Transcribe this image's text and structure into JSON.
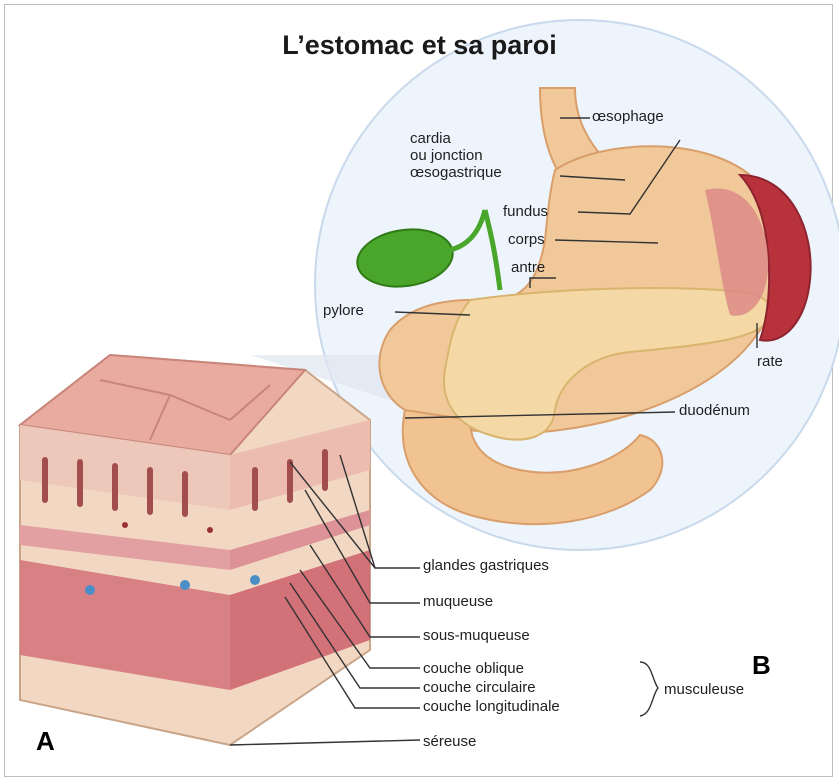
{
  "title": "L’estomac et sa paroi",
  "panel_labels": {
    "a": "A",
    "b": "B"
  },
  "labels": {
    "oesophage": "œsophage",
    "cardia": "cardia\nou jonction\nœsogastrique",
    "fundus": "fundus",
    "corps": "corps",
    "antre": "antre",
    "pylore": "pylore",
    "rate": "rate",
    "duodenum": "duodénum",
    "glandes": "glandes  gastriques",
    "muqueuse": "muqueuse",
    "sous_muqueuse": "sous-muqueuse",
    "couche_oblique": "couche oblique",
    "couche_circulaire": "couche circulaire",
    "couche_longitudinale": "couche longitudinale",
    "musculeuse": "musculeuse",
    "sereuse": "séreuse"
  },
  "colors": {
    "stomach": "#f1c89a",
    "stomach_edge": "#d99e6a",
    "pancreas": "#f4d9a6",
    "spleen": "#b8323c",
    "gallbladder": "#4aa62a",
    "mucosa": "#eab0a6",
    "muscle": "#d4727a",
    "circle_fill": "#eef4fb",
    "leader": "#333333"
  }
}
